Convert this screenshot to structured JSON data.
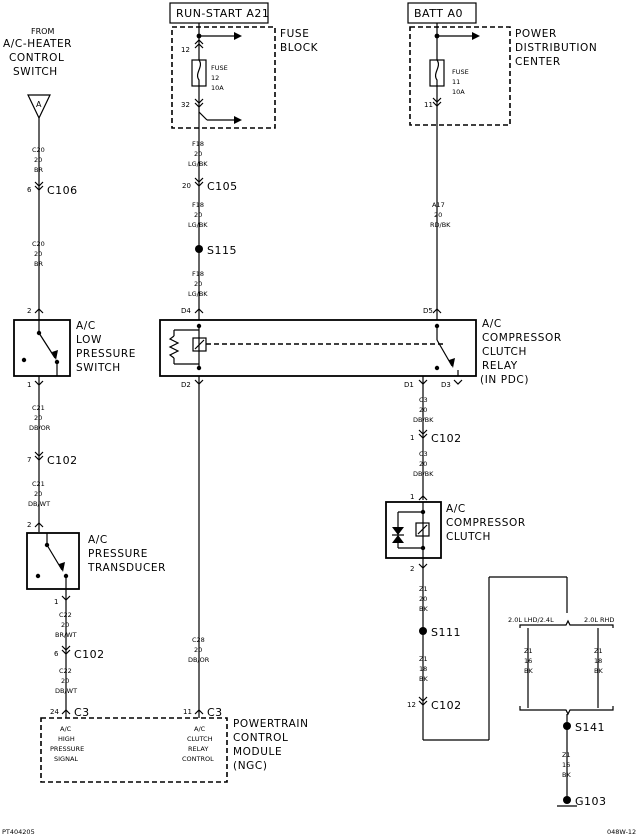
{
  "power": {
    "run_start": "RUN-START A21",
    "batt": "BATT A0"
  },
  "fuse_block": {
    "label_line1": "FUSE",
    "label_line2": "BLOCK",
    "pin_in": "12",
    "pin_out": "32",
    "fuse_word": "FUSE",
    "fuse_num": "12",
    "fuse_rating": "10A"
  },
  "pdc": {
    "label_line1": "POWER",
    "label_line2": "DISTRIBUTION",
    "label_line3": "CENTER",
    "pin_out": "11",
    "fuse_word": "FUSE",
    "fuse_num": "11",
    "fuse_rating": "10A"
  },
  "from_switch": {
    "line1": "FROM",
    "line2": "A/C-HEATER",
    "line3": "CONTROL",
    "line4": "SWITCH",
    "marker": "A"
  },
  "wires": {
    "c20_a": {
      "circuit": "C20",
      "gauge": "20",
      "color": "BR"
    },
    "c20_b": {
      "circuit": "C20",
      "gauge": "20",
      "color": "BR"
    },
    "c21_a": {
      "circuit": "C21",
      "gauge": "20",
      "color": "DB/OR"
    },
    "c21_b": {
      "circuit": "C21",
      "gauge": "20",
      "color": "DB/WT"
    },
    "c22_a": {
      "circuit": "C22",
      "gauge": "20",
      "color": "BR/WT"
    },
    "c22_b": {
      "circuit": "C22",
      "gauge": "20",
      "color": "DB/WT"
    },
    "f18_a": {
      "circuit": "F18",
      "gauge": "20",
      "color": "LG/BK"
    },
    "f18_b": {
      "circuit": "F18",
      "gauge": "20",
      "color": "LG/BK"
    },
    "f18_c": {
      "circuit": "F18",
      "gauge": "20",
      "color": "LG/BK"
    },
    "c28": {
      "circuit": "C28",
      "gauge": "20",
      "color": "DB/OR"
    },
    "a17": {
      "circuit": "A17",
      "gauge": "20",
      "color": "RD/BK"
    },
    "c3_a": {
      "circuit": "C3",
      "gauge": "20",
      "color": "DB/BK"
    },
    "c3_b": {
      "circuit": "C3",
      "gauge": "20",
      "color": "DB/BK"
    },
    "z1_a": {
      "circuit": "Z1",
      "gauge": "20",
      "color": "BK"
    },
    "z1_b": {
      "circuit": "Z1",
      "gauge": "18",
      "color": "BK"
    },
    "z1_c": {
      "circuit": "Z1",
      "gauge": "16",
      "color": "BK"
    },
    "z1_d": {
      "circuit": "Z1",
      "gauge": "18",
      "color": "BK"
    },
    "z1_e": {
      "circuit": "Z1",
      "gauge": "16",
      "color": "BK"
    }
  },
  "connectors": {
    "c106": {
      "pin": "6",
      "name": "C106"
    },
    "c102_a": {
      "pin": "7",
      "name": "C102"
    },
    "c102_b": {
      "pin": "6",
      "name": "C102"
    },
    "c105": {
      "pin": "20",
      "name": "C105"
    },
    "c102_c": {
      "pin": "1",
      "name": "C102"
    },
    "c102_d": {
      "pin": "12",
      "name": "C102"
    },
    "c3_left": {
      "pin": "24",
      "name": "C3"
    },
    "c3_right": {
      "pin": "11",
      "name": "C3"
    }
  },
  "splices": {
    "s115": "S115",
    "s111": "S111",
    "s141": "S141"
  },
  "ground": "G103",
  "low_pressure_switch": {
    "line1": "A/C",
    "line2": "LOW",
    "line3": "PRESSURE",
    "line4": "SWITCH",
    "pin_top": "2",
    "pin_bottom": "1"
  },
  "pressure_transducer": {
    "line1": "A/C",
    "line2": "PRESSURE",
    "line3": "TRANSDUCER",
    "pin_top": "2",
    "pin_bottom": "1"
  },
  "relay": {
    "line1": "A/C",
    "line2": "COMPRESSOR",
    "line3": "CLUTCH",
    "line4": "RELAY",
    "line5": "(IN PDC)",
    "pin_d4": "D4",
    "pin_d5": "D5",
    "pin_d2": "D2",
    "pin_d1": "D1",
    "pin_d3": "D3"
  },
  "clutch": {
    "line1": "A/C",
    "line2": "COMPRESSOR",
    "line3": "CLUTCH",
    "pin_top": "1",
    "pin_bottom": "2"
  },
  "pcm": {
    "line1": "POWERTRAIN",
    "line2": "CONTROL",
    "line3": "MODULE",
    "line4": "(NGC)",
    "left_1": "A/C",
    "left_2": "HIGH",
    "left_3": "PRESSURE",
    "left_4": "SIGNAL",
    "right_1": "A/C",
    "right_2": "CLUTCH",
    "right_3": "RELAY",
    "right_4": "CONTROL"
  },
  "branches": {
    "left": "2.0L LHD/2.4L",
    "right": "2.0L RHD"
  },
  "footer": {
    "left": "PT404205",
    "right": "048W-12"
  }
}
